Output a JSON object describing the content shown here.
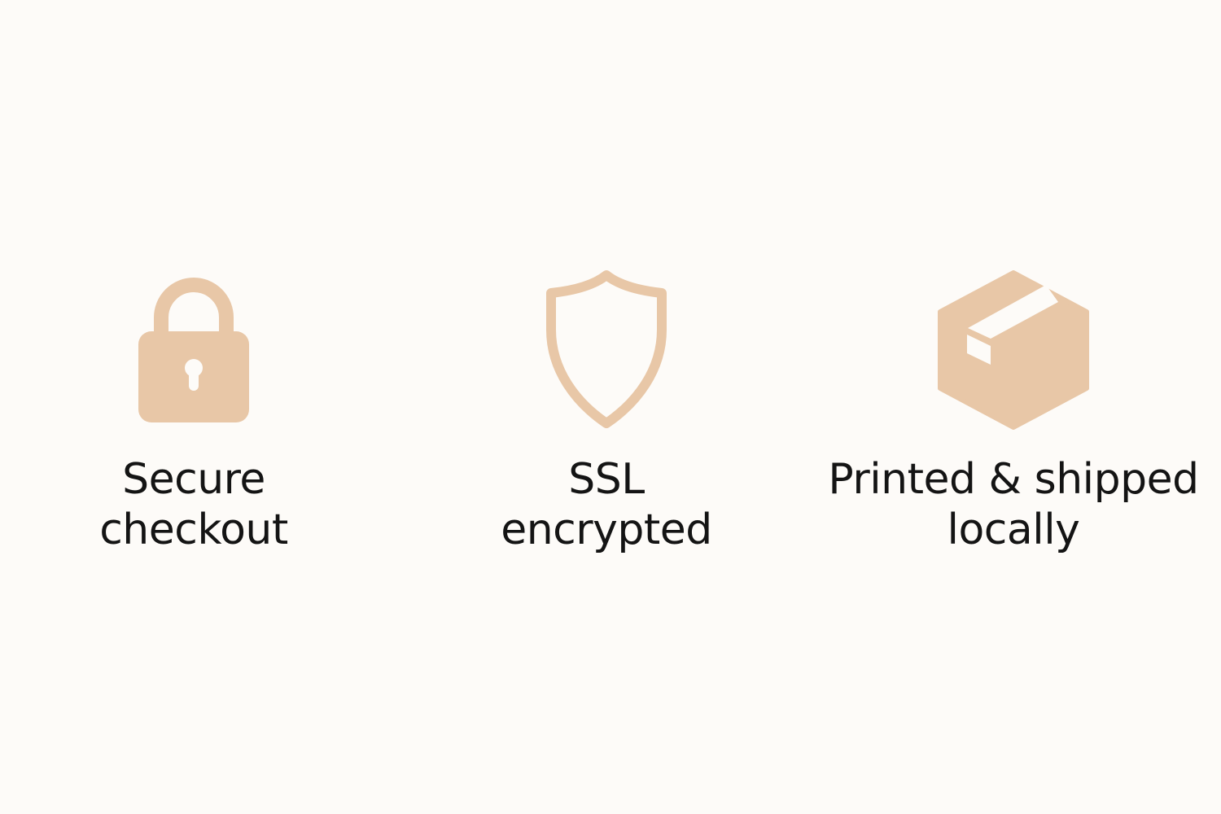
{
  "colors": {
    "background": "#fdfbf8",
    "icon": "#e8c7a7",
    "text": "#141414"
  },
  "badges": [
    {
      "icon": "lock-icon",
      "line1": "Secure",
      "line2": "checkout"
    },
    {
      "icon": "shield-icon",
      "line1": "SSL",
      "line2": "encrypted"
    },
    {
      "icon": "box-icon",
      "line1": "Printed & shipped",
      "line2": "locally"
    }
  ]
}
